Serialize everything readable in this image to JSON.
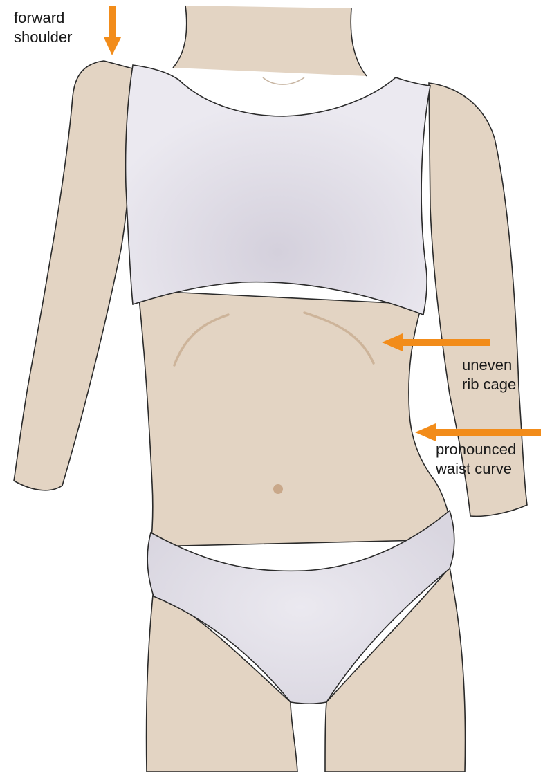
{
  "annotations": {
    "forward_shoulder": {
      "line1": "forward",
      "line2": "shoulder"
    },
    "uneven_rib_cage": {
      "line1": "uneven",
      "line2": "rib cage"
    },
    "pronounced_waist_curve": {
      "line1": "pronounced",
      "line2": "waist curve"
    }
  },
  "colors": {
    "skin": "#e3d4c3",
    "garment": "#e8e6ee",
    "garment_shade": "#d6d2de",
    "outline": "#2a2a2a",
    "arrow": "#f28c1a",
    "rib_line": "#cdb49a",
    "navel": "#c9a88a"
  }
}
